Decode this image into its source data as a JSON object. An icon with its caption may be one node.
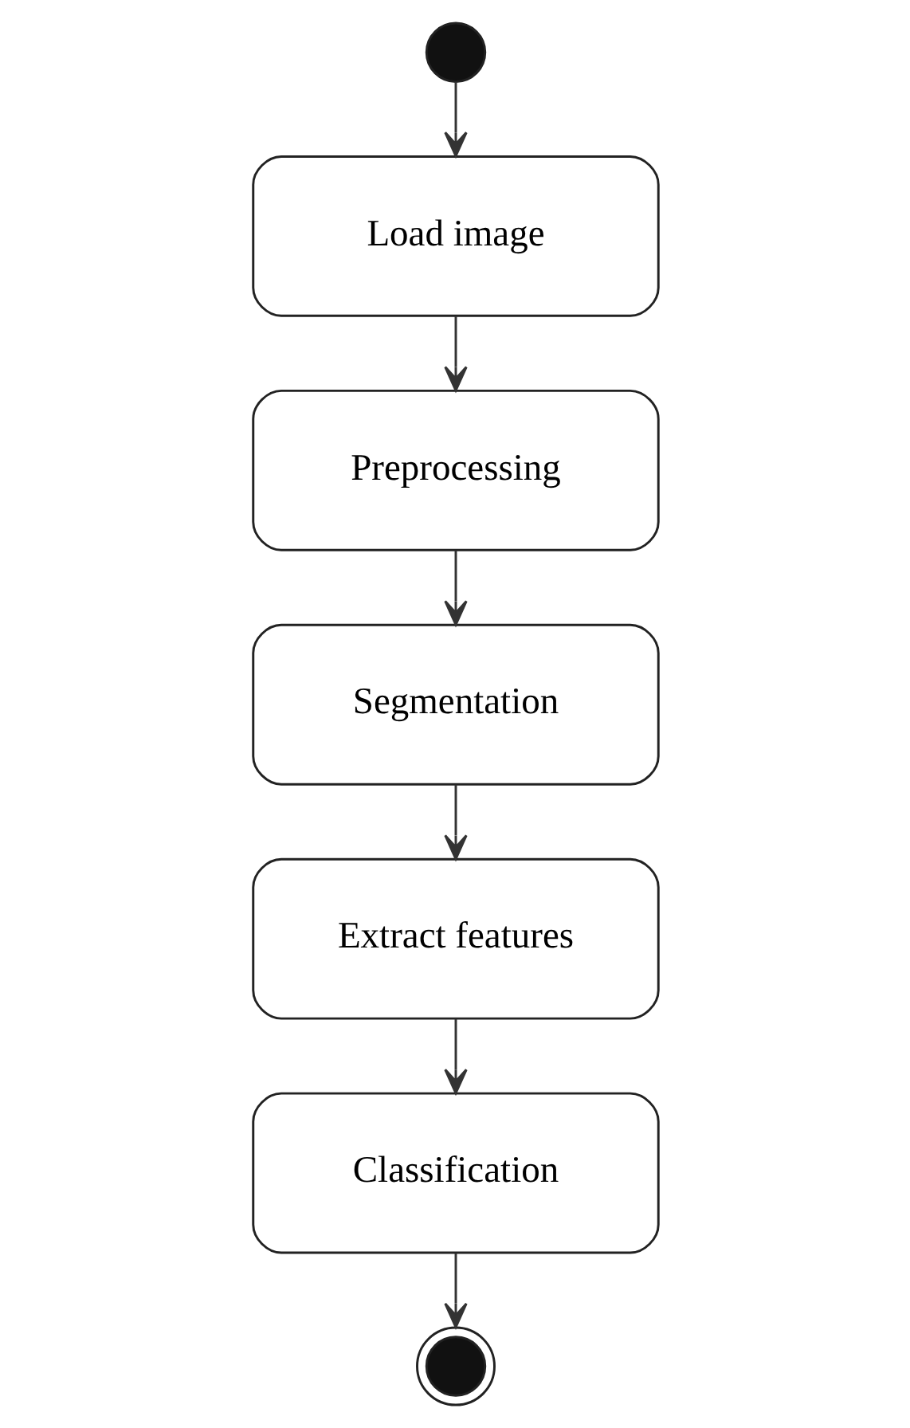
{
  "diagram": {
    "nodes": [
      {
        "text": [],
        "shape": "circle"
      },
      {
        "text": [
          "Load image"
        ]
      },
      {
        "text": [
          "Preprocessing"
        ]
      },
      {
        "text": [
          "Segmentation"
        ]
      },
      {
        "text": [
          "Extract features"
        ]
      },
      {
        "text": [
          "Classification"
        ]
      },
      {
        "text": [],
        "shape": "circle"
      }
    ],
    "edges": [
      {
        "from": 0,
        "to": 1,
        "arrow": "to"
      },
      {
        "from": 1,
        "to": 2,
        "arrow": "to"
      },
      {
        "from": 2,
        "to": 3,
        "arrow": "to"
      },
      {
        "from": 3,
        "to": 4,
        "arrow": "to"
      },
      {
        "from": 4,
        "to": 5,
        "arrow": "to"
      },
      {
        "from": 5,
        "to": 6,
        "arrow": "to"
      }
    ]
  }
}
